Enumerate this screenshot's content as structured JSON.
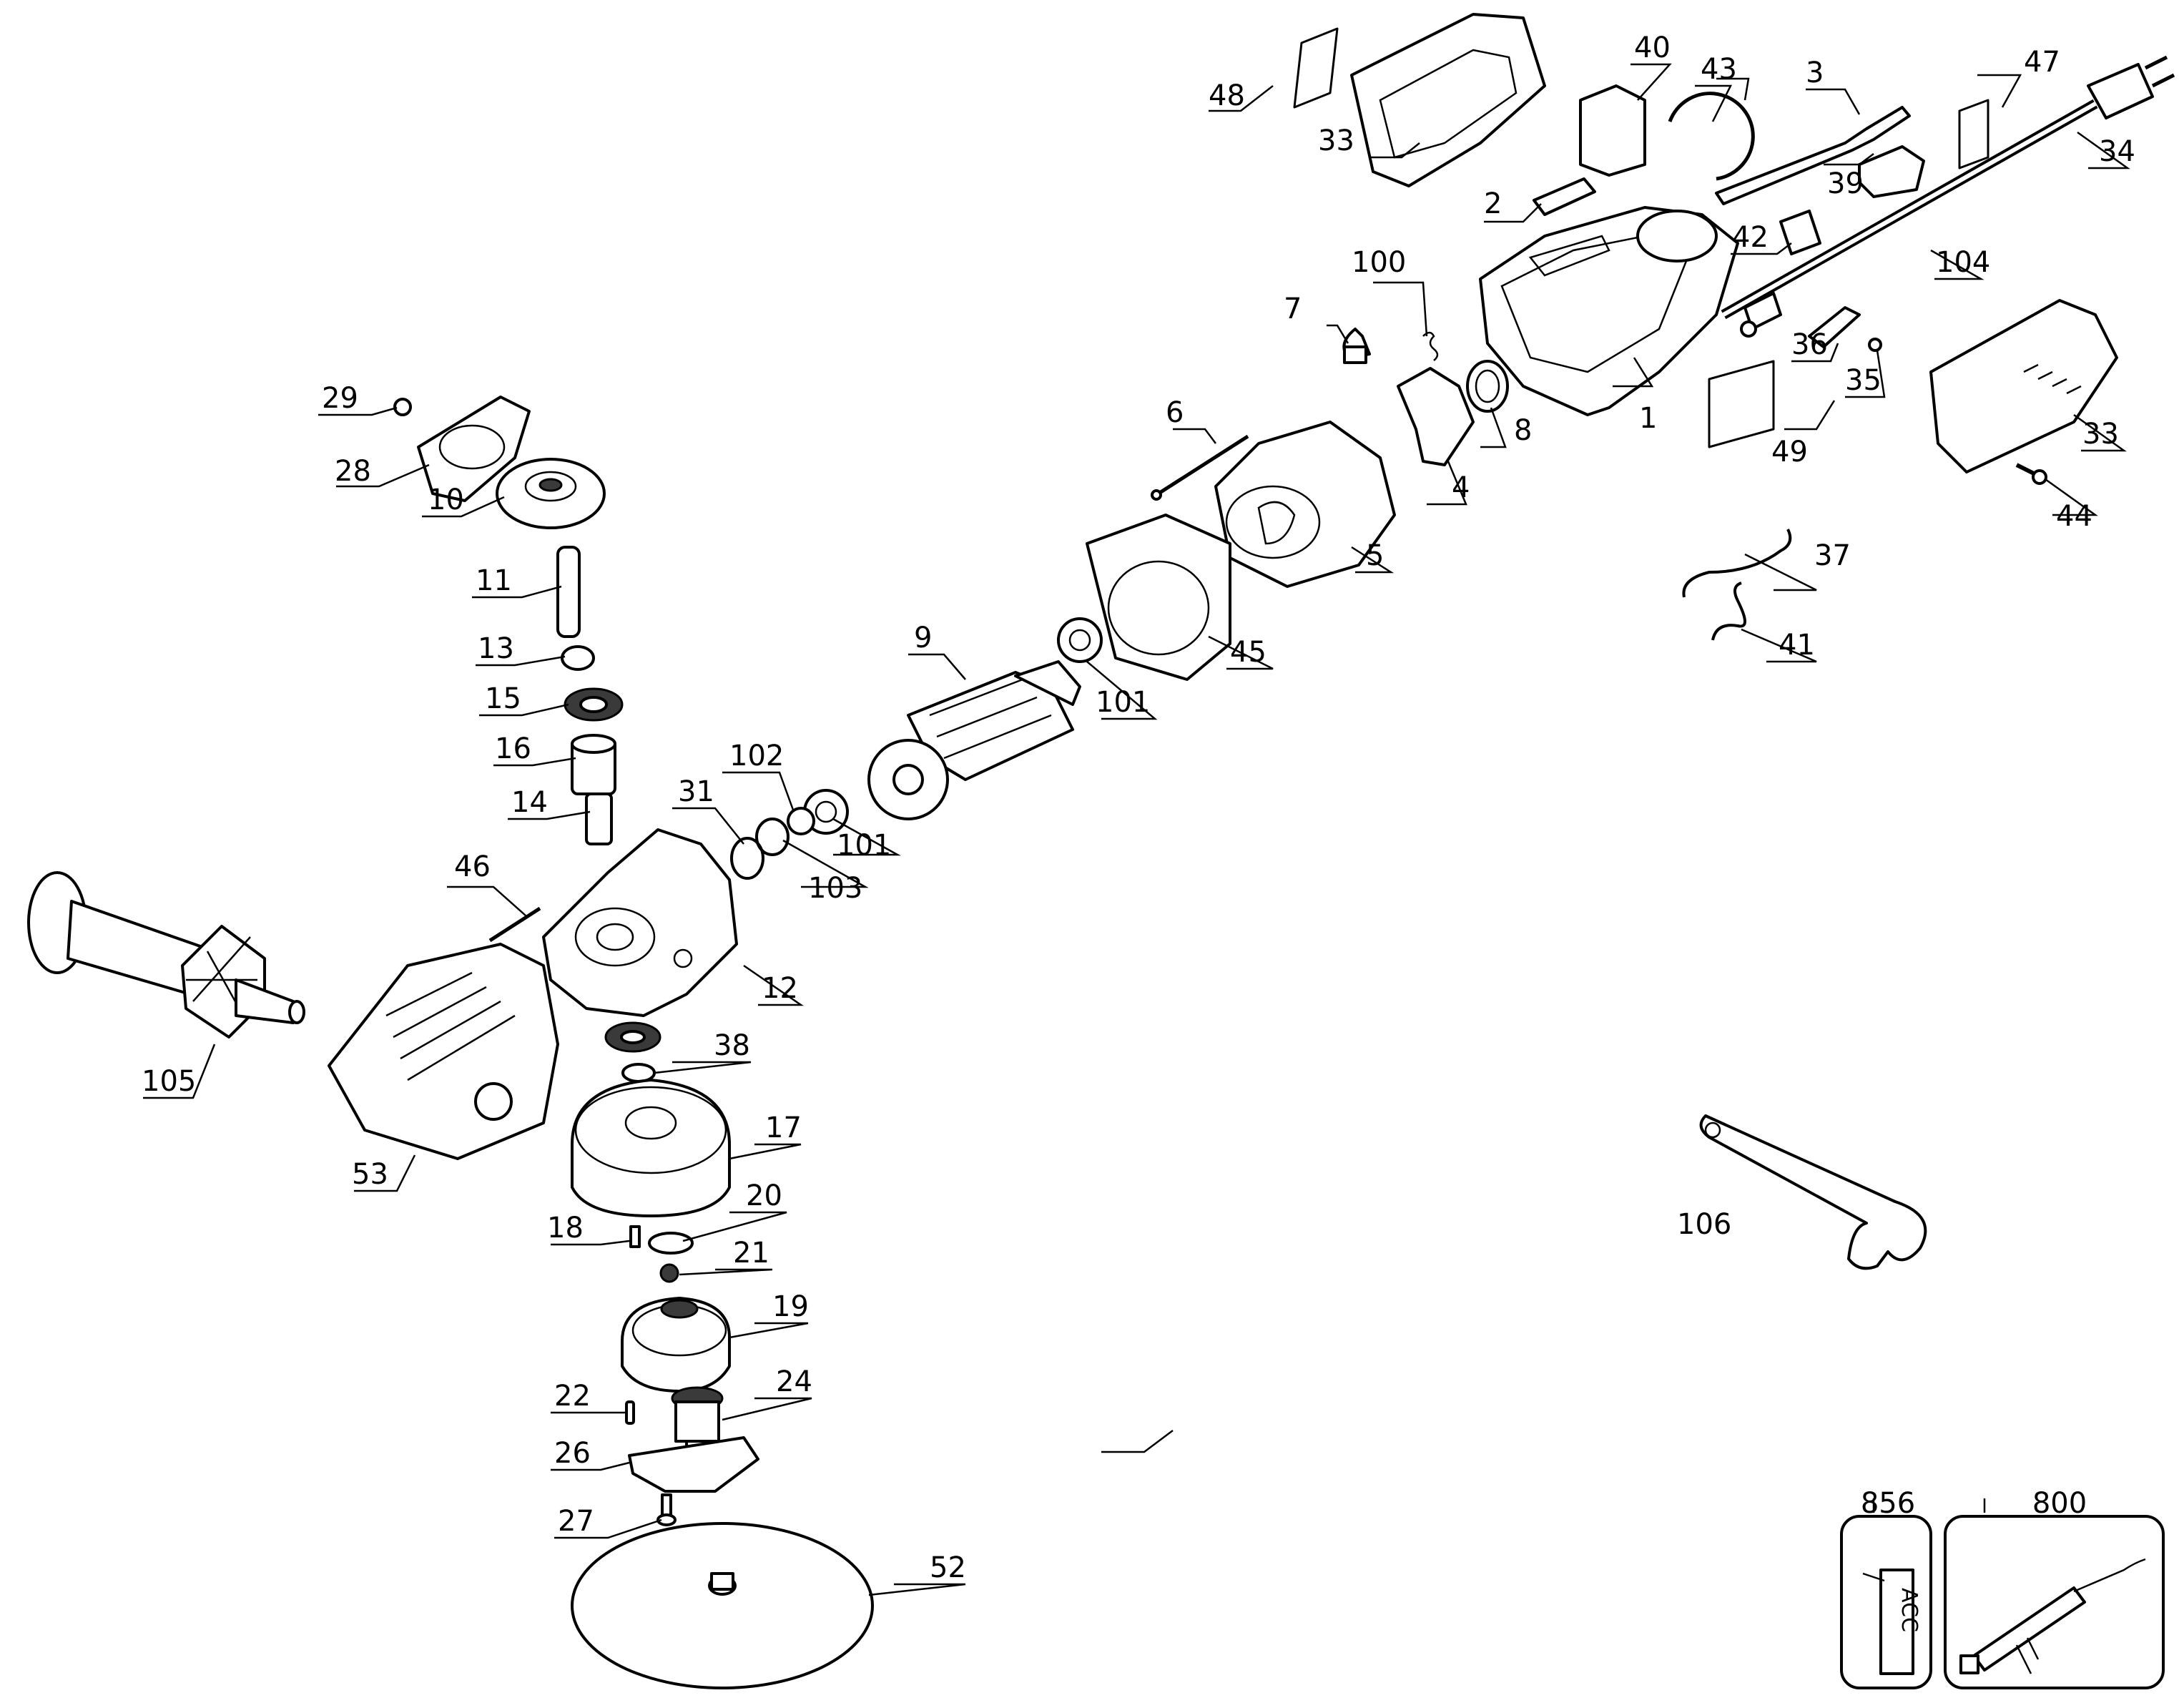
{
  "labels": {
    "p1": "1",
    "p2": "2",
    "p3": "3",
    "p4": "4",
    "p5": "5",
    "p6": "6",
    "p7": "7",
    "p8": "8",
    "p9": "9",
    "p10": "10",
    "p11": "11",
    "p12": "12",
    "p13": "13",
    "p14": "14",
    "p15": "15",
    "p16": "16",
    "p17": "17",
    "p18": "18",
    "p19": "19",
    "p20": "20",
    "p21": "21",
    "p22": "22",
    "p24": "24",
    "p26": "26",
    "p27": "27",
    "p28": "28",
    "p29": "29",
    "p31": "31",
    "p33a": "33",
    "p33b": "33",
    "p34": "34",
    "p35": "35",
    "p36": "36",
    "p37": "37",
    "p38": "38",
    "p39": "39",
    "p40": "40",
    "p41": "41",
    "p42": "42",
    "p43": "43",
    "p44": "44",
    "p45": "45",
    "p46": "46",
    "p47": "47",
    "p48": "48",
    "p49": "49",
    "p52": "52",
    "p53": "53",
    "p100": "100",
    "p101a": "101",
    "p101b": "101",
    "p102": "102",
    "p103": "103",
    "p104": "104",
    "p105": "105",
    "p106": "106",
    "p800": "800",
    "p856": "856"
  },
  "inset_856_text": "ACC"
}
